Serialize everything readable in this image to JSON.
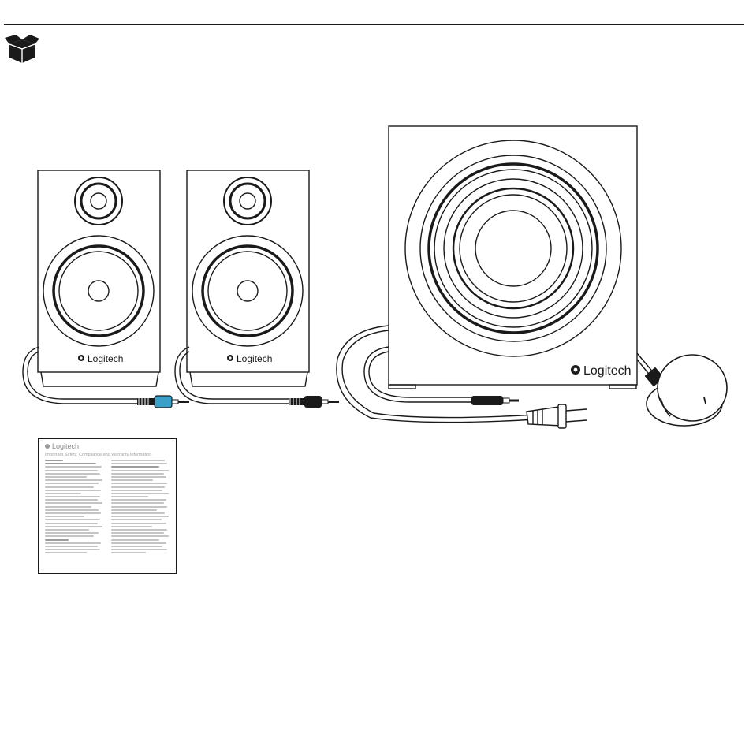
{
  "page": {
    "section_icon": "open-box-icon"
  },
  "products": {
    "brand_label": "Logitech",
    "left_speaker": {
      "logo": "Logitech"
    },
    "right_speaker": {
      "logo": "Logitech"
    },
    "subwoofer": {
      "logo": "Logitech"
    },
    "control_pod": {
      "icon": "volume-knob-icon"
    },
    "left_cable": {
      "plug_color": "#3aa0c8",
      "icon": "audio-jack-icon"
    },
    "right_cable": {
      "plug_color": "#1a1a1a",
      "icon": "audio-jack-icon"
    },
    "input_cable": {
      "icon": "audio-jack-icon"
    },
    "power_cable": {
      "icon": "power-plug-icon"
    }
  },
  "leaflet": {
    "brand": "Logitech",
    "title": "Important Safety, Compliance and Warranty Information"
  }
}
